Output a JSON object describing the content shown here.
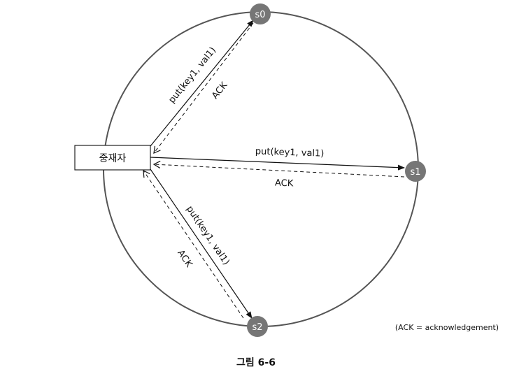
{
  "coordinator": {
    "label": "중재자"
  },
  "nodes": {
    "s0": "s0",
    "s1": "s1",
    "s2": "s2"
  },
  "messages": {
    "put_s0": "put(key1, val1)",
    "ack_s0": "ACK",
    "put_s1": "put(key1, val1)",
    "ack_s1": "ACK",
    "put_s2": "put(key1, val1)",
    "ack_s2": "ACK"
  },
  "legend": "(ACK = acknowledgement)",
  "caption": "그림 6-6",
  "colors": {
    "node_fill": "#767676",
    "line": "#111111",
    "ring": "#555555"
  }
}
